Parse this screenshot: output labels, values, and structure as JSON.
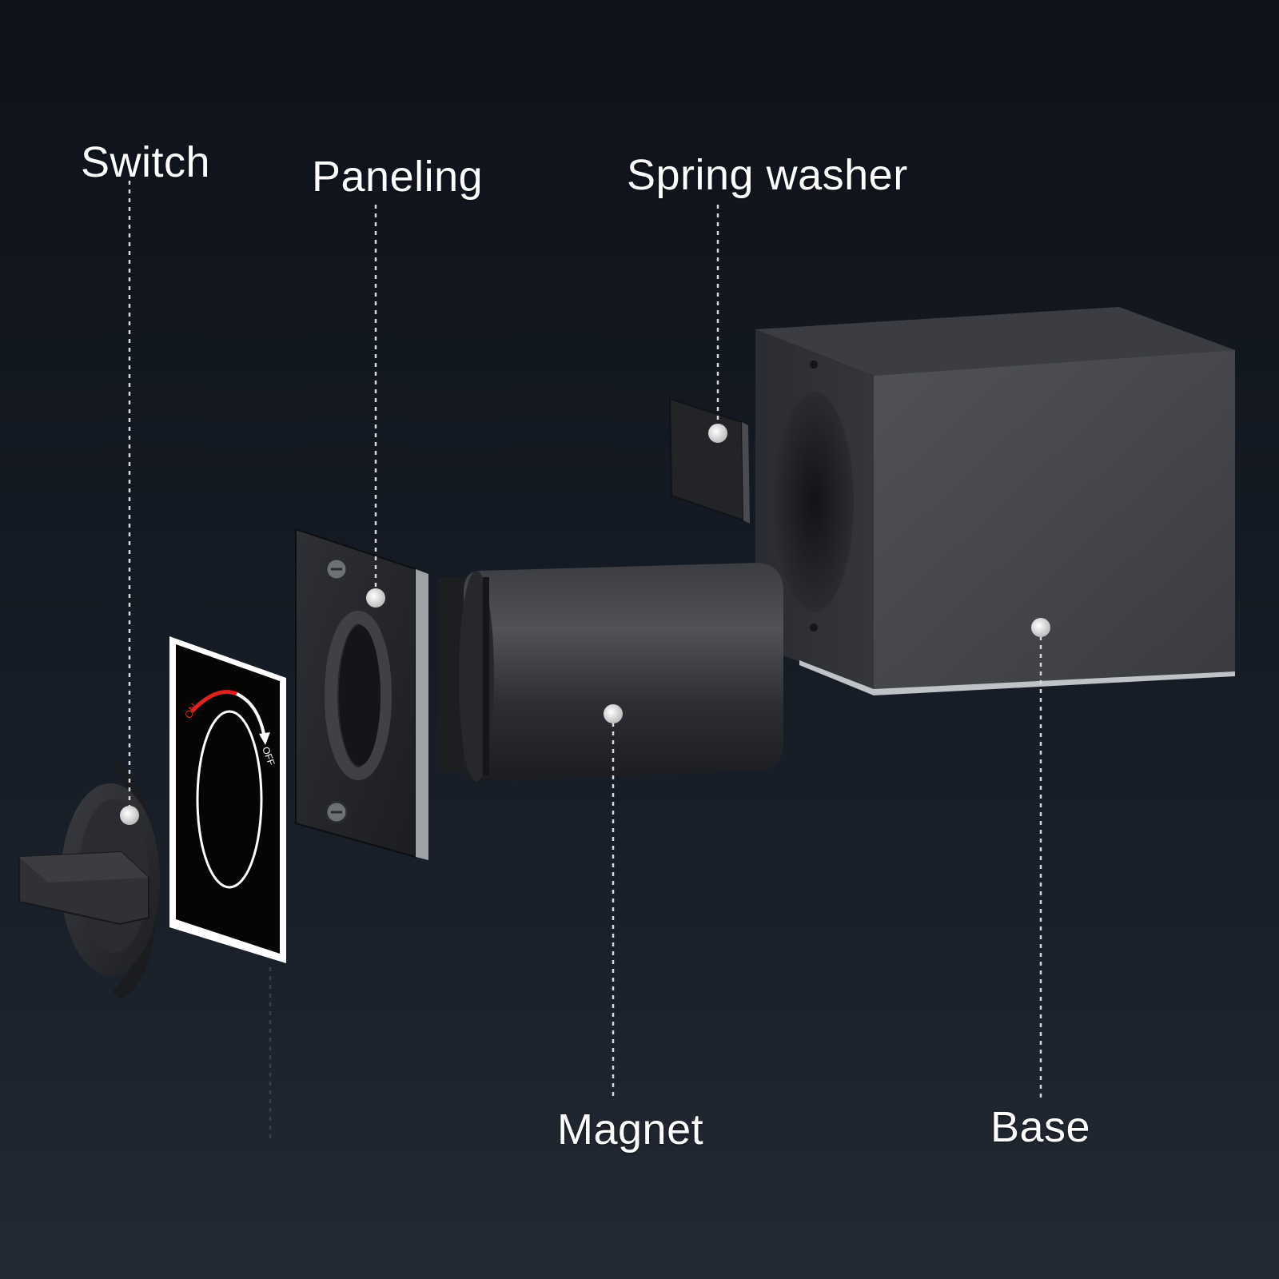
{
  "labels": {
    "switch": "Switch",
    "paneling": "Paneling",
    "spring_washer": "Spring washer",
    "magnet": "Magnet",
    "base": "Base"
  },
  "sticker": {
    "on_text": "ON",
    "off_text": "OFF"
  },
  "colors": {
    "background_top": "#0e121a",
    "background_bottom": "#232a33",
    "label_text": "#ffffff",
    "leader_line": "#d8d8d8",
    "marker_dot": "#cfcfcf",
    "sticker_arrow": "#e0201c",
    "metal_dark": "#2b2d31"
  },
  "icons": {
    "marker": "dot-marker",
    "sticker_arrow": "curved-arrow-icon"
  }
}
